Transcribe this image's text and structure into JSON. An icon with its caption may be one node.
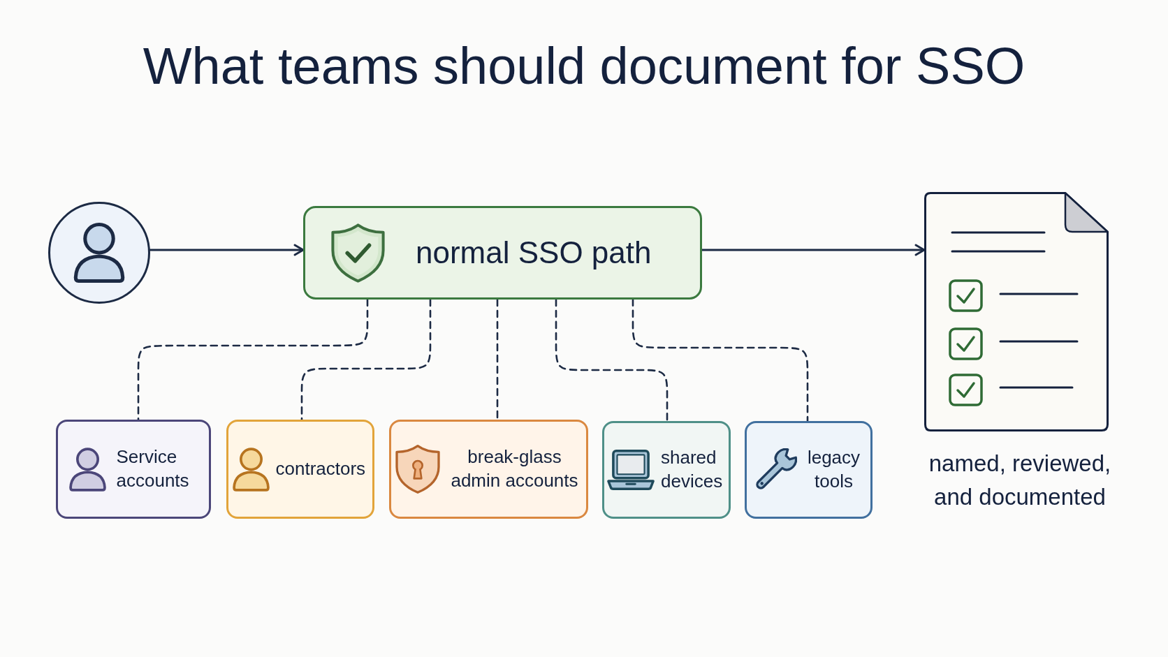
{
  "diagram": {
    "title": "What teams should document for SSO",
    "nodes": [
      {
        "text": [],
        "shape": "person"
      },
      {
        "text": [
          "normal SSO path"
        ]
      },
      {
        "text": [],
        "shape": "document",
        "beside": [
          "named, reviewed, and documented"
        ]
      },
      {
        "text": [
          "Service accounts"
        ]
      },
      {
        "text": [
          "contractors"
        ]
      },
      {
        "text": [
          "break-glass admin accounts"
        ]
      },
      {
        "text": [
          "shared devices"
        ]
      },
      {
        "text": [
          "legacy tools"
        ]
      }
    ],
    "edges": [
      {
        "from": 0,
        "to": 1,
        "arrow": "to"
      },
      {
        "from": 1,
        "to": 2,
        "arrow": "to"
      },
      {
        "from": 1,
        "to": 3,
        "arrow": "none",
        "style": "dashed"
      },
      {
        "from": 1,
        "to": 4,
        "arrow": "none",
        "style": "dashed"
      },
      {
        "from": 1,
        "to": 5,
        "arrow": "none",
        "style": "dashed"
      },
      {
        "from": 1,
        "to": 6,
        "arrow": "none",
        "style": "dashed"
      },
      {
        "from": 1,
        "to": 7,
        "arrow": "none",
        "style": "dashed"
      }
    ]
  }
}
